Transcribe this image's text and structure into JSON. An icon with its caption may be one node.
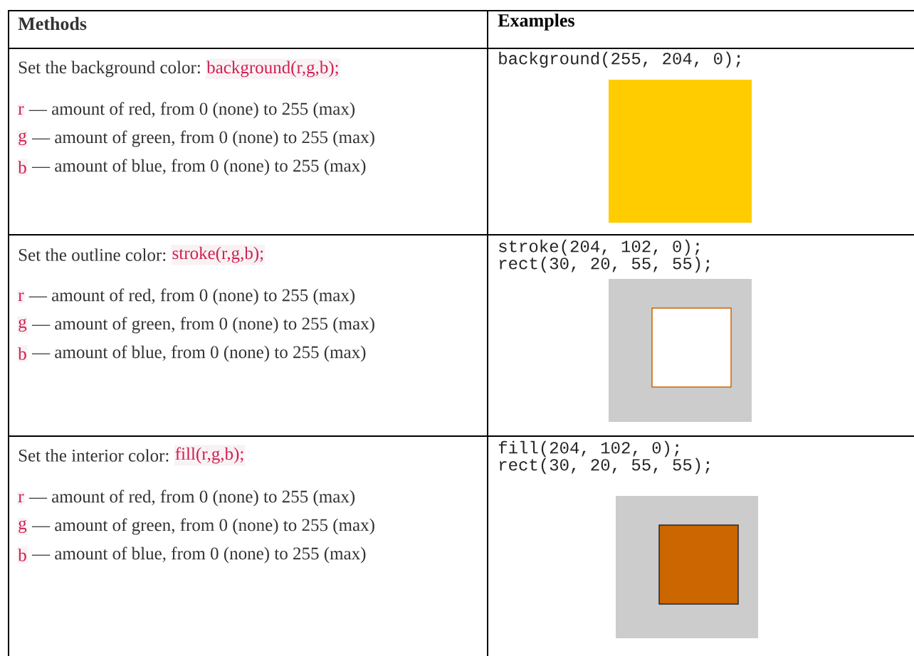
{
  "diagram": {
    "labels": [
      "Methods",
      "Examples",
      "Set the background color:",
      "background(r,g,b);",
      "r",
      "— amount of red, from 0 (none) to 255 (max)",
      "g",
      "— amount of green, from 0 (none) to 255 (max)",
      "b",
      "— amount of blue, from 0 (none) to 255 (max)",
      "background(255, 204, 0);",
      "Set the outline color:",
      "stroke(r,g,b);",
      "r",
      "— amount of red, from 0 (none) to 255 (max)",
      "g",
      "— amount of green, from 0 (none) to 255 (max)",
      "b",
      "— amount of blue, from 0 (none) to 255 (max)",
      "stroke(204, 102, 0);",
      "rect(30, 20, 55, 55);",
      "Set the interior color:",
      "fill(r,g,b);",
      "r",
      "— amount of red, from 0 (none) to 255 (max)",
      "g",
      "— amount of green, from 0 (none) to 255 (max)",
      "b",
      "— amount of blue, from 0 (none) to 255 (max)",
      "fill(204, 102, 0);",
      "rect(30, 20, 55, 55);"
    ]
  }
}
